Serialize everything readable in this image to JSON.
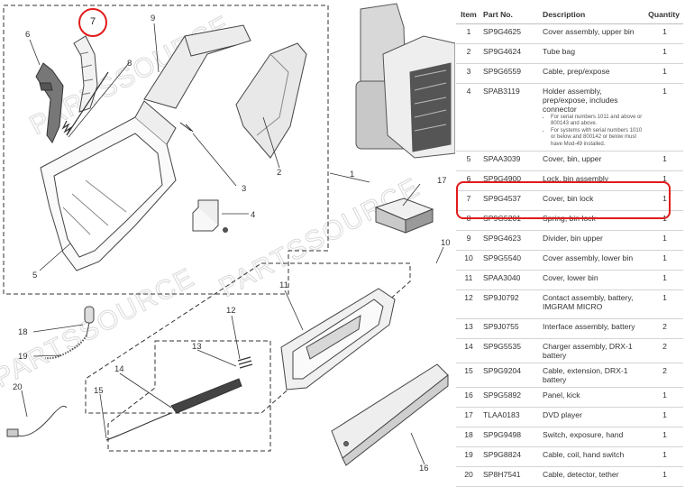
{
  "watermark": "PARTSSOURCE",
  "highlight_color": "#e21b1b",
  "highlighted_item": "7",
  "diagram": {
    "callouts": [
      "1",
      "2",
      "3",
      "4",
      "5",
      "6",
      "7",
      "8",
      "9",
      "10",
      "11",
      "12",
      "13",
      "14",
      "15",
      "16",
      "17",
      "18",
      "19",
      "20"
    ]
  },
  "table": {
    "headers": {
      "item": "Item",
      "part": "Part No.",
      "desc": "Description",
      "qty": "Quantity"
    },
    "rows": [
      {
        "item": "1",
        "part": "SP9G4625",
        "desc": "Cover assembly, upper bin",
        "qty": "1"
      },
      {
        "item": "2",
        "part": "SP9G4624",
        "desc": "Tube bag",
        "qty": "1"
      },
      {
        "item": "3",
        "part": "SP9G6559",
        "desc": "Cable, prep/expose",
        "qty": "1"
      },
      {
        "item": "4",
        "part": "SPAB3119",
        "desc": "Holder assembly, prep/expose, includes connector",
        "qty": "1",
        "notes": [
          "For serial numbers 1011 and above or 800143 and above.",
          "For systems with serial numbers 1010 or below and 800142 or below must have Mod-49 installed."
        ]
      },
      {
        "item": "5",
        "part": "SPAA3039",
        "desc": "Cover, bin, upper",
        "qty": "1"
      },
      {
        "item": "6",
        "part": "SP9G4900",
        "desc": "Lock, bin assembly",
        "qty": "1"
      },
      {
        "item": "7",
        "part": "SP9G4537",
        "desc": "Cover, bin lock",
        "qty": "1"
      },
      {
        "item": "8",
        "part": "SP9G5201",
        "desc": "Spring, bin lock",
        "qty": "1"
      },
      {
        "item": "9",
        "part": "SP9G4623",
        "desc": "Divider, bin upper",
        "qty": "1"
      },
      {
        "item": "10",
        "part": "SP9G5540",
        "desc": "Cover assembly, lower bin",
        "qty": "1"
      },
      {
        "item": "11",
        "part": "SPAA3040",
        "desc": "Cover, lower bin",
        "qty": "1"
      },
      {
        "item": "12",
        "part": "SP9J0792",
        "desc": "Contact assembly, battery, IMGRAM MICRO",
        "qty": "1"
      },
      {
        "item": "13",
        "part": "SP9J0755",
        "desc": "Interface assembly, battery",
        "qty": "2"
      },
      {
        "item": "14",
        "part": "SP9G5535",
        "desc": "Charger assembly, DRX-1 battery",
        "qty": "2"
      },
      {
        "item": "15",
        "part": "SP9G9204",
        "desc": "Cable, extension, DRX-1 battery",
        "qty": "2"
      },
      {
        "item": "16",
        "part": "SP9G5892",
        "desc": "Panel, kick",
        "qty": "1"
      },
      {
        "item": "17",
        "part": "TLAA0183",
        "desc": "DVD player",
        "qty": "1"
      },
      {
        "item": "18",
        "part": "SP9G9498",
        "desc": "Switch, exposure, hand",
        "qty": "1"
      },
      {
        "item": "19",
        "part": "SP9G8824",
        "desc": "Cable, coil, hand switch",
        "qty": "1"
      },
      {
        "item": "20",
        "part": "SP8H7541",
        "desc": "Cable, detector, tether",
        "qty": "1"
      }
    ]
  }
}
